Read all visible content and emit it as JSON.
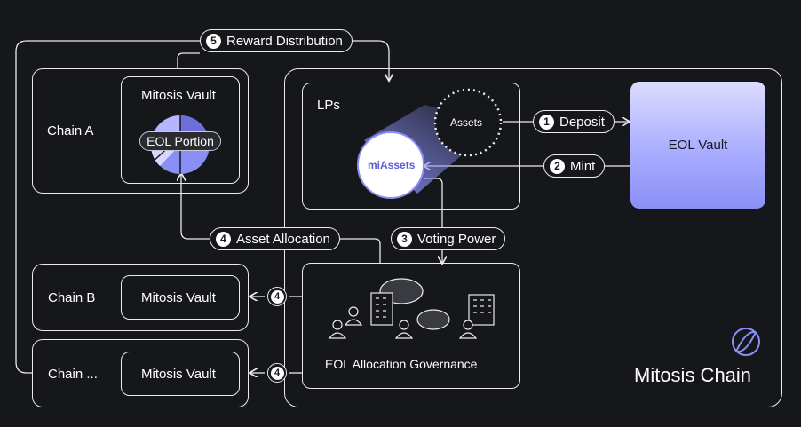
{
  "labels": {
    "chain_a": "Chain A",
    "chain_b": "Chain B",
    "chain_c": "Chain ...",
    "mitosis_vault": "Mitosis Vault",
    "eol_portion": "EOL Portion",
    "lps": "LPs",
    "assets": "Assets",
    "miassets": "miAssets",
    "eol_vault": "EOL Vault",
    "governance": "EOL Allocation Governance",
    "brand": "Mitosis Chain"
  },
  "steps": {
    "deposit": {
      "num": "1",
      "label": "Deposit"
    },
    "mint": {
      "num": "2",
      "label": "Mint"
    },
    "voting": {
      "num": "3",
      "label": "Voting Power"
    },
    "allocation": {
      "num": "4",
      "label": "Asset Allocation"
    },
    "reward": {
      "num": "5",
      "label": "Reward Distribution"
    }
  },
  "colors": {
    "background": "#16171b",
    "line": "#e9e9ee",
    "accent": "#8a8ff5",
    "accent_light": "#dcdcff"
  }
}
